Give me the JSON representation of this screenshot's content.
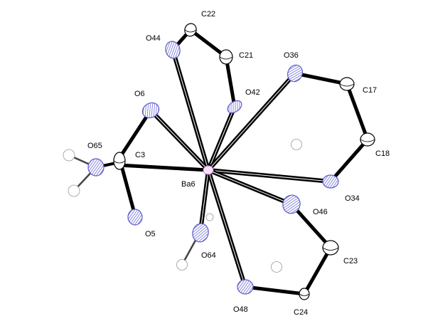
{
  "labels": {
    "ba6": "Ba6",
    "o6": "O6",
    "o44": "O44",
    "c22": "C22",
    "c21": "C21",
    "o36": "O36",
    "c17": "C17",
    "o42": "O42",
    "c18": "C18",
    "o65": "O65",
    "c3": "C3",
    "o34": "O34",
    "o46": "O46",
    "o5": "O5",
    "o64": "O64",
    "c23": "C23",
    "o48": "O48",
    "c24": "C24"
  },
  "colors": {
    "oxygen": "#7b7bdc",
    "barium": "#e39ae6",
    "carbon": "#ffffff",
    "hydrogen": "#ffffff",
    "bond": "#000000"
  }
}
